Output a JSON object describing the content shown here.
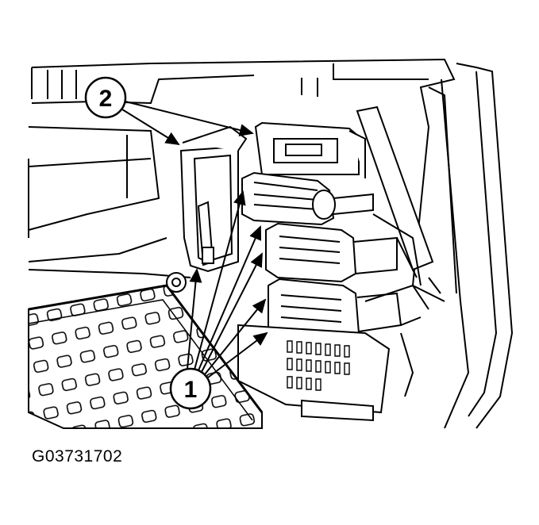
{
  "callouts": [
    {
      "label": "2"
    },
    {
      "label": "1"
    }
  ],
  "caption": "G03731702"
}
